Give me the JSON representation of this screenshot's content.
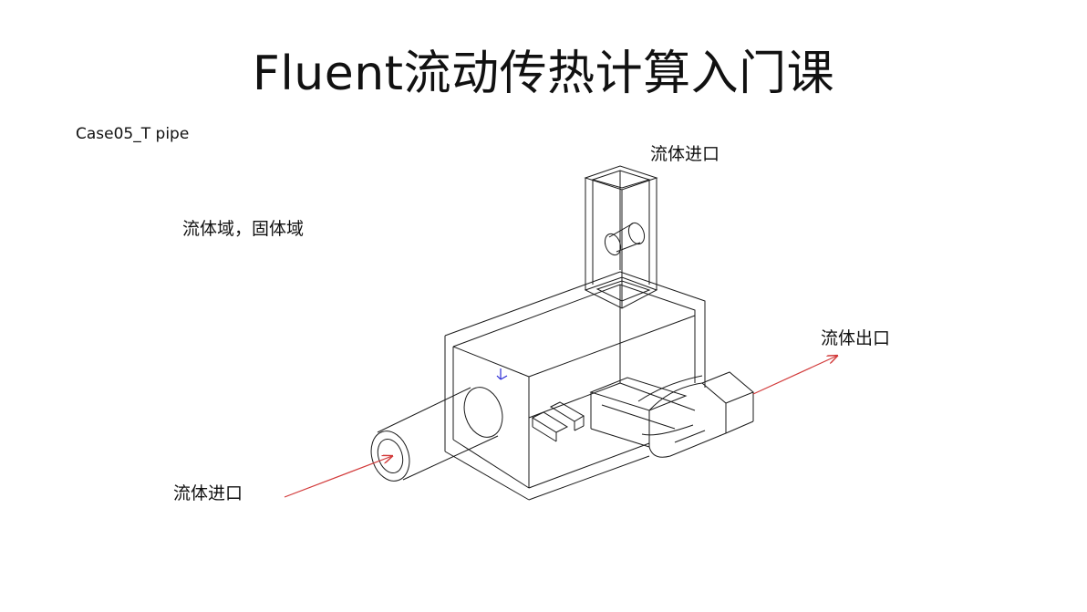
{
  "slide": {
    "title": "Fluent流动传热计算入门课",
    "case_label": "Case05_T pipe",
    "domain_label": "流体域，固体域"
  },
  "annotations": {
    "inlet_top": "流体进口",
    "outlet": "流体出口",
    "inlet_left": "流体进口"
  },
  "colors": {
    "wireframe": "#1a1a1a",
    "arrow": "#d23a3a",
    "axis_marker": "#2b2bd6"
  }
}
